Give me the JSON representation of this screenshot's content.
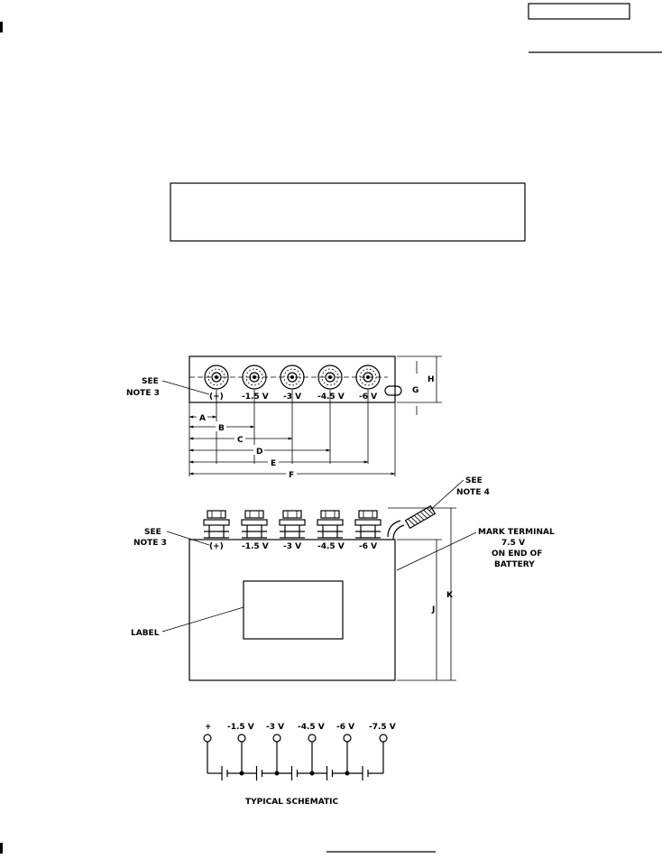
{
  "drawing": {
    "callouts": {
      "see_note_3_top": [
        "SEE",
        "NOTE 3"
      ],
      "see_note_3_side": [
        "SEE",
        "NOTE 3"
      ],
      "see_note_4": [
        "SEE",
        "NOTE 4"
      ],
      "mark_terminal": [
        "MARK TERMINAL",
        "7.5 V",
        "ON END OF",
        "BATTERY"
      ],
      "label": "LABEL"
    },
    "terminal_labels": [
      "(+)",
      "-1.5 V",
      "-3 V",
      "-4.5 V",
      "-6 V"
    ],
    "dimensions": [
      "A",
      "B",
      "C",
      "D",
      "E",
      "F",
      "G",
      "H",
      "J",
      "K"
    ],
    "schematic": {
      "labels": [
        "+",
        "-1.5 V",
        "-3 V",
        "-4.5 V",
        "-6 V",
        "-7.5 V"
      ],
      "caption": "TYPICAL SCHEMATIC"
    }
  }
}
